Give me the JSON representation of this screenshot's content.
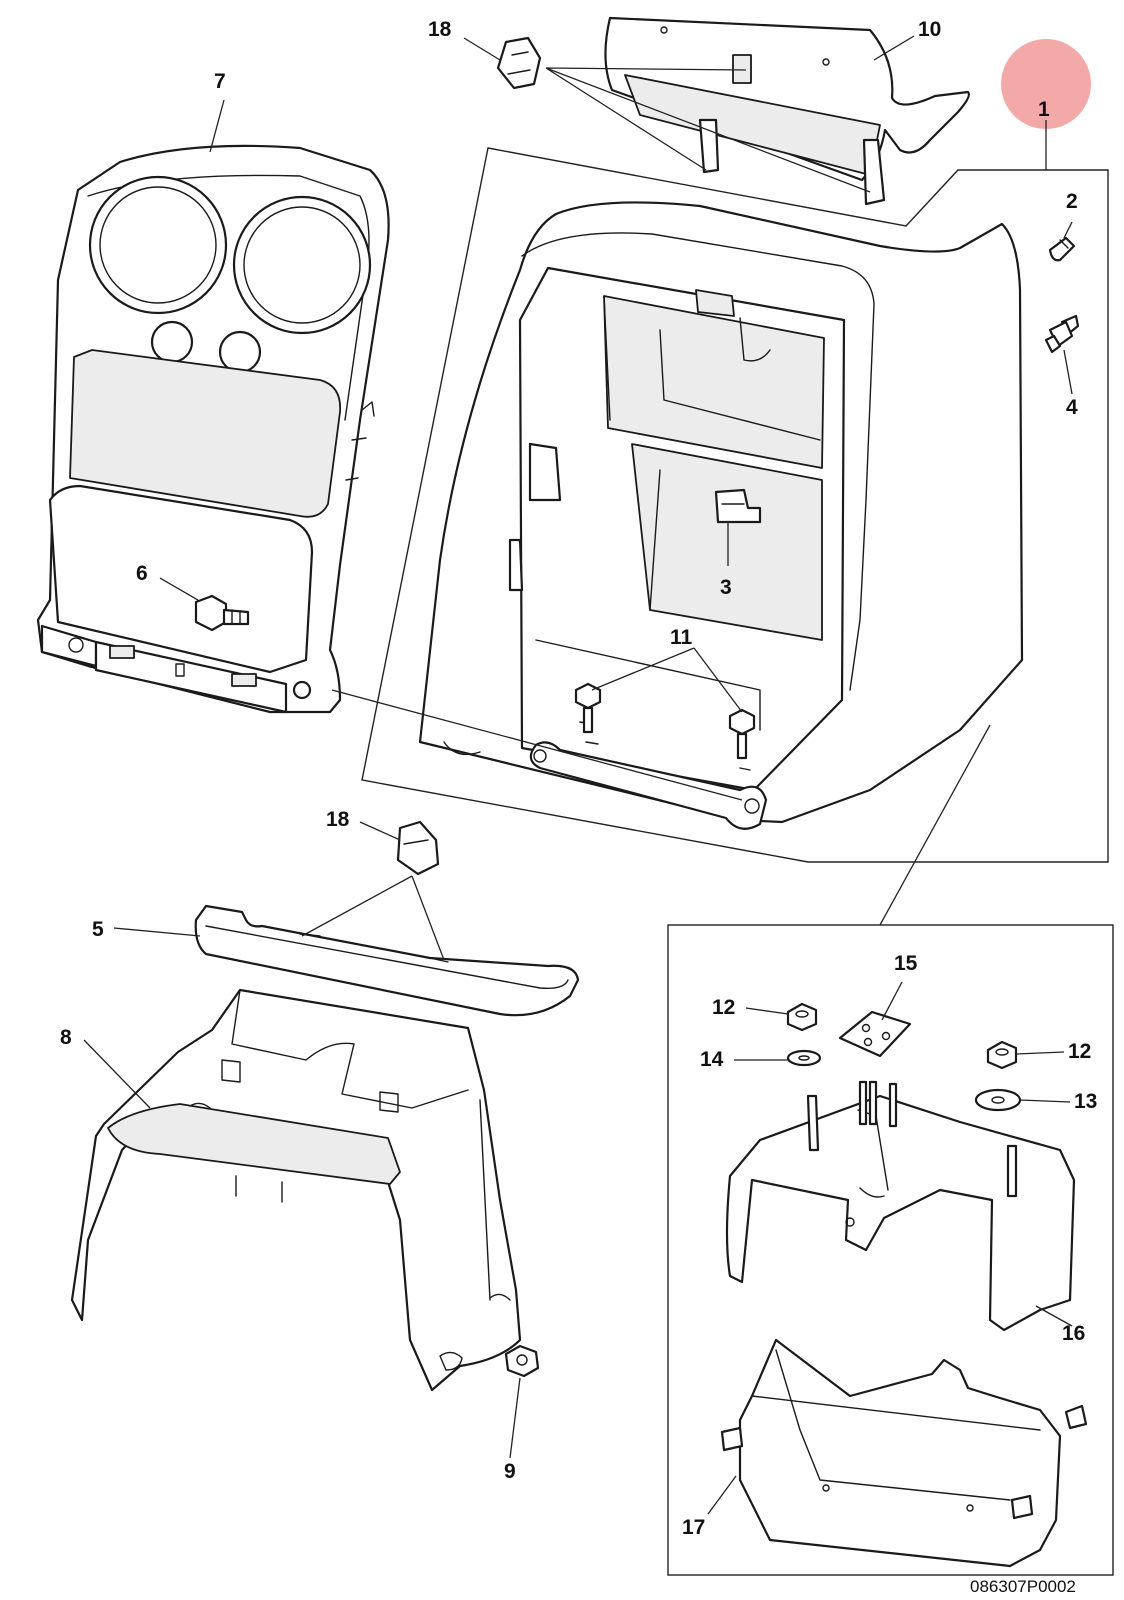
{
  "drawing": {
    "reference_code": "086307P0002",
    "highlight_color": "#f4a9a9",
    "callouts": {
      "c1": "1",
      "c2": "2",
      "c3": "3",
      "c4": "4",
      "c5": "5",
      "c6": "6",
      "c7": "7",
      "c8": "8",
      "c9": "9",
      "c10": "10",
      "c11": "11",
      "c12a": "12",
      "c12b": "12",
      "c13": "13",
      "c14": "14",
      "c15": "15",
      "c16": "16",
      "c17": "17",
      "c18a": "18",
      "c18b": "18"
    }
  }
}
